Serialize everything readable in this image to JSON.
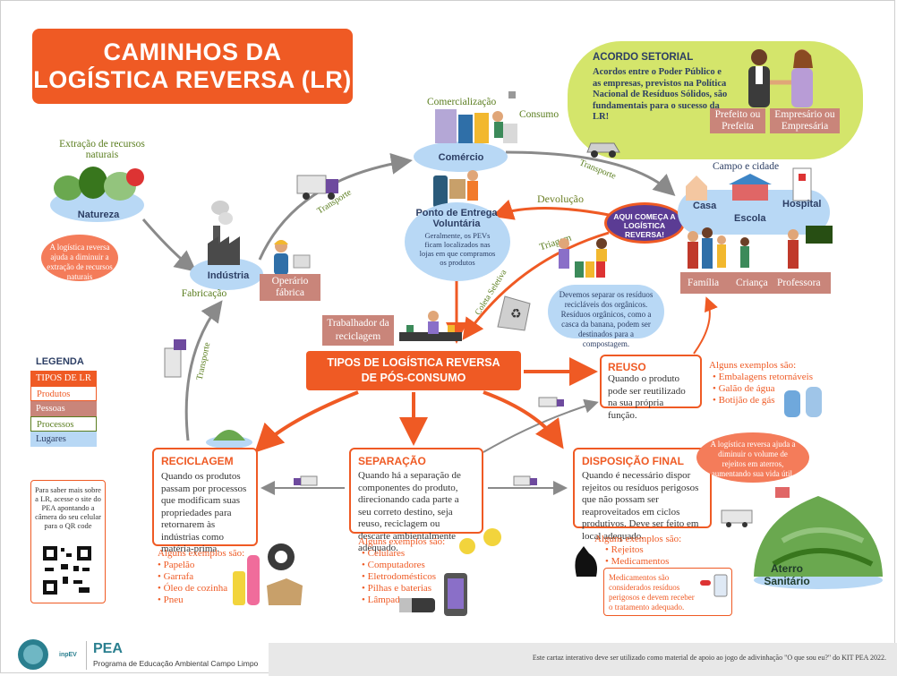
{
  "title": {
    "line1": "CAMINHOS DA",
    "line2": "LOGÍSTICA REVERSA (LR)"
  },
  "acordo": {
    "title": "ACORDO SETORIAL",
    "text1": "Acordos entre o Poder Público e",
    "text2": "as empresas, previstos na Política",
    "text3": "Nacional de Resíduos Sólidos, são",
    "text4": "fundamentais para o sucesso da LR!",
    "tag1": "Prefeito ou Prefeita",
    "tag2": "Empresário ou Empresária"
  },
  "nodes": {
    "extracao": "Extração de recursos naturais",
    "natureza": "Natureza",
    "natureza_bubble": "A logística reversa ajuda a diminuir a extração de recursos naturais",
    "industria": "Indústria",
    "operario": "Operário fábrica",
    "fabricacao": "Fabricação",
    "comercializacao": "Comercialização",
    "consumo": "Consumo",
    "comercio": "Comércio",
    "pev": "Ponto de Entrega Voluntária",
    "pev_text": "Geralmente, os PEVs ficam localizados nas lojas em que compramos os produtos",
    "devolucao": "Devolução",
    "triagem": "Triagem",
    "coleta": "Coleta Seletiva",
    "inicio": "AQUI COMEÇA A LOGÍSTICA REVERSA!",
    "campo": "Campo e cidade",
    "casa": "Casa",
    "escola": "Escola",
    "hospital": "Hospital",
    "familia": "Família",
    "crianca": "Criança",
    "professora": "Professora",
    "separar": "Devemos separar os resíduos recicláveis dos orgânicos. Resíduos orgânicos, como a casca da banana, podem ser destinados para a compostagem.",
    "trabalhador": "Trabalhador da reciclagem",
    "transporte": "Transporte",
    "aterro": "Aterro Sanitário",
    "aterro_bubble": "A logística reversa ajuda a diminuir o volume de rejeitos em aterros, aumentando sua vida útil."
  },
  "tipos": {
    "line1": "TIPOS DE LOGÍSTICA REVERSA",
    "line2": "DE PÓS-CONSUMO"
  },
  "reuso": {
    "title": "REUSO",
    "text": "Quando o produto pode ser reutilizado na sua própria função.",
    "ex_title": "Alguns exemplos são:",
    "ex": [
      "Embalagens retornáveis",
      "Galão de água",
      "Botijão de gás"
    ]
  },
  "reciclagem": {
    "title": "RECICLAGEM",
    "text": "Quando os produtos passam por processos que modificam suas propriedades para retornarem às indústrias como matéria-prima.",
    "ex_title": "Alguns exemplos são:",
    "ex": [
      "Papelão",
      "Garrafa",
      "Óleo de cozinha",
      "Pneu"
    ]
  },
  "separacao": {
    "title": "SEPARAÇÃO",
    "text": "Quando há a separação de componentes do produto, direcionando cada parte a seu correto destino, seja reuso, reciclagem ou descarte ambientalmente adequado.",
    "ex_title": "Alguns exemplos são:",
    "ex": [
      "Celulares",
      "Computadores",
      "Eletrodomésticos",
      "Pilhas e baterias",
      "Lâmpadas"
    ]
  },
  "disposicao": {
    "title": "DISPOSIÇÃO FINAL",
    "text": "Quando é necessário dispor rejeitos ou resíduos perigosos que não possam ser reaproveitados em ciclos produtivos. Deve ser feito em local adequado.",
    "ex_title": "Alguns exemplos são:",
    "ex": [
      "Rejeitos",
      "Medicamentos"
    ],
    "med_note": "Medicamentos são considerados resíduos perigosos e devem receber o tratamento adequado."
  },
  "legenda": {
    "title": "LEGENDA",
    "tipos": "TIPOS DE LR",
    "produtos": "Produtos",
    "pessoas": "Pessoas",
    "processos": "Processos",
    "lugares": "Lugares"
  },
  "qr": {
    "text": "Para saber mais sobre a LR, acesse o site do PEA apontando a câmera do seu celular para o QR code"
  },
  "footer": {
    "logo_text": "PEA",
    "program": "Programa de Educação Ambiental Campo Limpo",
    "partner": "inpEV",
    "note": "Este cartaz interativo deve ser utilizado como material de apoio ao jogo de adivinhação \"O que sou eu?\" do KIT PEA 2022."
  },
  "colors": {
    "orange": "#ef5a24",
    "blue_cloud": "#b8d8f5",
    "green_bubble": "#d4e56b",
    "people": "#c9857a",
    "purple": "#5b3c94",
    "teal": "#2a7f8f"
  }
}
